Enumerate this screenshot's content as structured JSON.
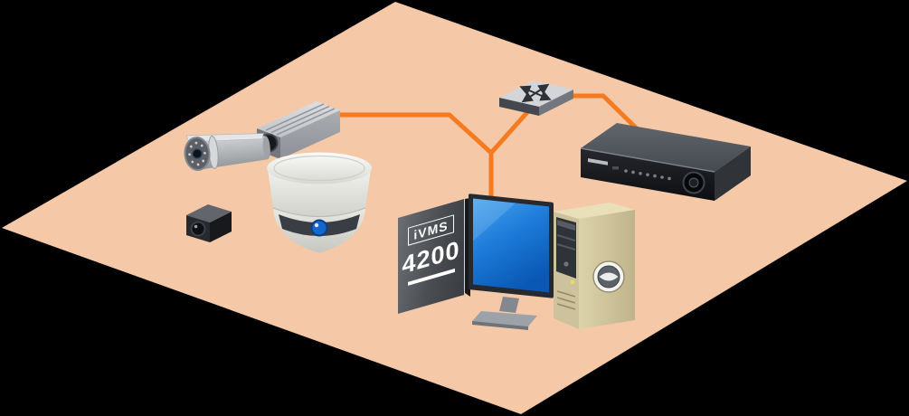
{
  "scene": {
    "background_color": "#000000",
    "floor_color": "#f5c9a7",
    "connection_color": "#f47b20",
    "screen_color": "#1c7ad8"
  },
  "badge": {
    "line1": "iVMS",
    "line2": "4200"
  },
  "devices": [
    {
      "icon": "bullet-camera-icon",
      "name": "bullet camera"
    },
    {
      "icon": "box-camera-icon",
      "name": "box camera"
    },
    {
      "icon": "cube-camera-icon",
      "name": "cube camera"
    },
    {
      "icon": "ptz-dome-camera-icon",
      "name": "PTZ dome camera"
    },
    {
      "icon": "network-switch-icon",
      "name": "network switch"
    },
    {
      "icon": "nvr-icon",
      "name": "network video recorder"
    },
    {
      "icon": "monitor-icon",
      "name": "desktop monitor"
    },
    {
      "icon": "computer-tower-icon",
      "name": "computer tower"
    }
  ],
  "connections": [
    {
      "from": "box-camera",
      "to": "network-switch"
    },
    {
      "from": "network-switch",
      "to": "nvr"
    },
    {
      "from": "network-switch",
      "to": "client-pc"
    }
  ]
}
